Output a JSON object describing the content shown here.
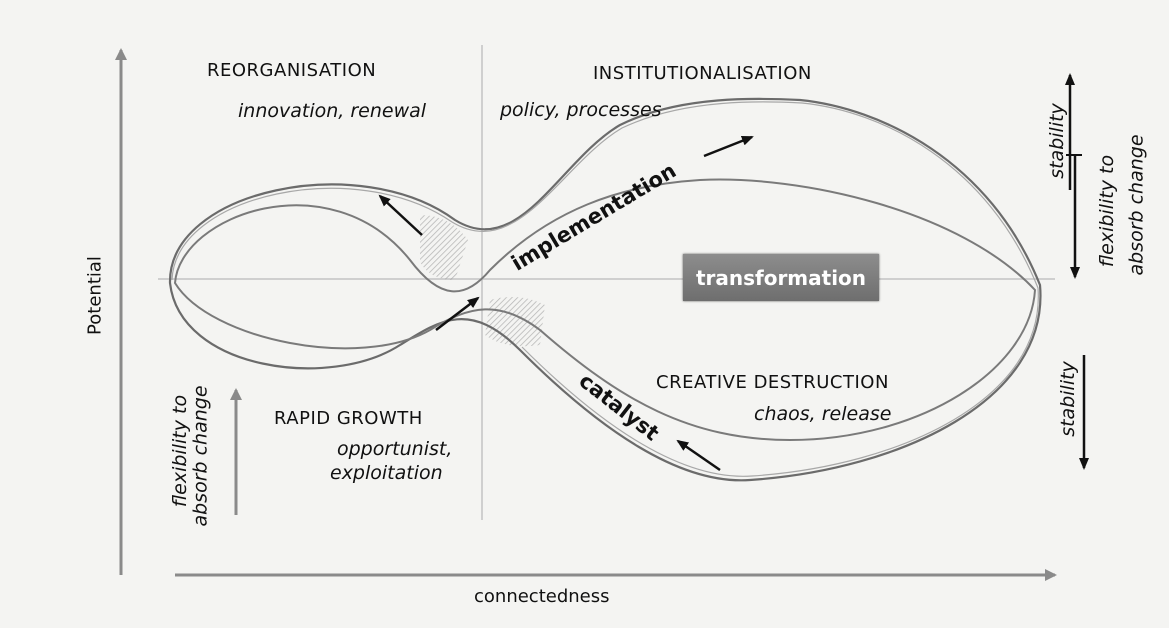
{
  "axes": {
    "y_label": "Potential",
    "x_label": "connectedness"
  },
  "phases": {
    "reorganisation": {
      "title": "REORGANISATION",
      "sub": "innovation, renewal"
    },
    "institutionalisation": {
      "title": "INSTITUTIONALISATION",
      "sub": "policy, processes"
    },
    "rapid_growth": {
      "title": "RAPID GROWTH",
      "sub_line1": "opportunist,",
      "sub_line2": "exploitation"
    },
    "creative_destruction": {
      "title": "CREATIVE DESTRUCTION",
      "sub": "chaos, release"
    }
  },
  "loop_labels": {
    "implementation": "implementation",
    "catalyst": "catalyst",
    "transformation": "transformation"
  },
  "side_labels": {
    "right_top_stability": "stability",
    "right_flex_line1": "flexibility to",
    "right_flex_line2": "absorb change",
    "right_bottom_stability": "stability",
    "left_flex_line1": "flexibility to",
    "left_flex_line2": "absorb change"
  }
}
